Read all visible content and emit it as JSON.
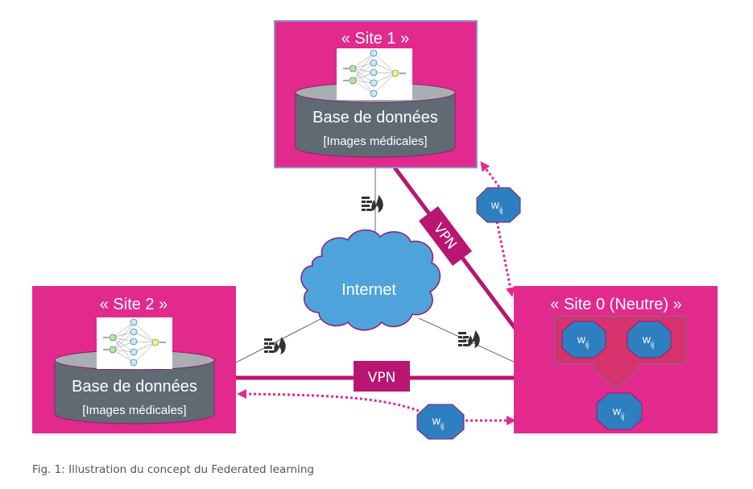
{
  "colors": {
    "site_box": "#e22a8c",
    "site_border": "#8e8fd4",
    "vpn": "#b81670",
    "db_body": "#606a73",
    "db_top": "#a9aeb2",
    "cloud": "#4ea3db",
    "cloud_border": "#8a1d78",
    "weight_node": "#2e7fbf",
    "weight_border": "#8a1d78",
    "aggregation_arrow": "#d6336c",
    "firewall": "#333333",
    "dotted_arrow": "#e22a8c"
  },
  "sites": {
    "site1": {
      "title": "« Site 1 »",
      "db_title": "Base de données",
      "db_subtitle": "[Images médicales]"
    },
    "site2": {
      "title": "« Site 2 »",
      "db_title": "Base de données",
      "db_subtitle": "[Images médicales]"
    },
    "site0": {
      "title": "« Site 0 (Neutre)  »"
    }
  },
  "cloud": {
    "label": "Internet"
  },
  "vpn": {
    "label_diagonal": "VPN",
    "label_horizontal": "VPN"
  },
  "weights": {
    "base": "w",
    "sub": "ij"
  },
  "caption": "Fig. 1: Illustration du concept du Federated learning"
}
